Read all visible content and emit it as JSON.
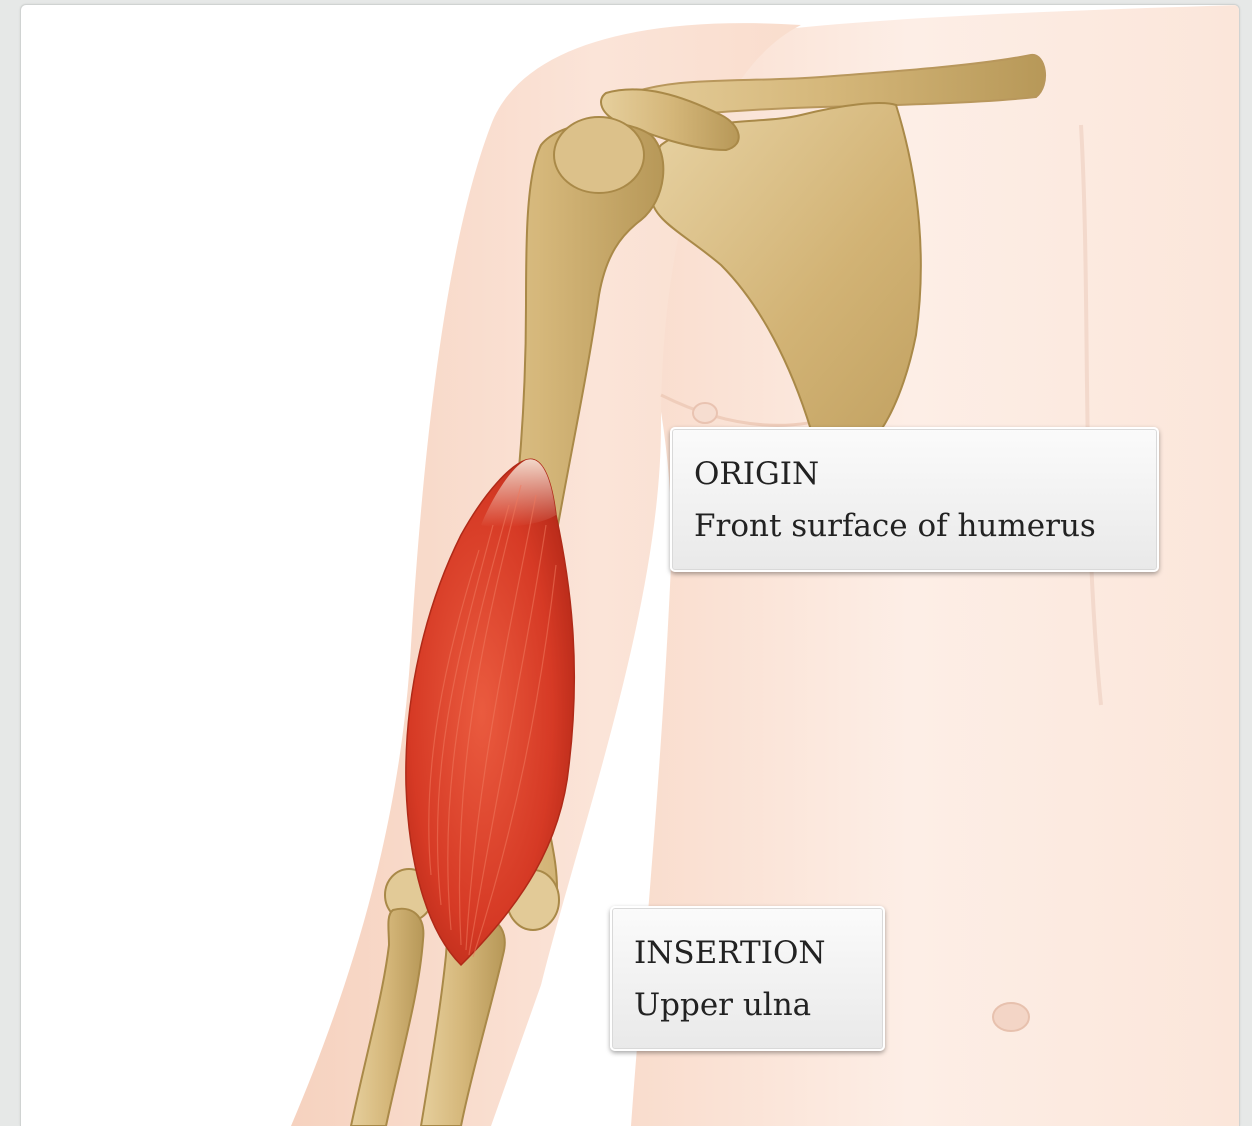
{
  "labels": {
    "origin": {
      "heading": "ORIGIN",
      "text": "Front surface of humerus"
    },
    "insertion": {
      "heading": "INSERTION",
      "text": "Upper ulna"
    }
  },
  "colors": {
    "background": "#e6e8e7",
    "card": "#ffffff",
    "skin": "#fbe3d6",
    "bone": "#d9bd85",
    "muscle": "#d83a26",
    "label_text": "#222222"
  }
}
